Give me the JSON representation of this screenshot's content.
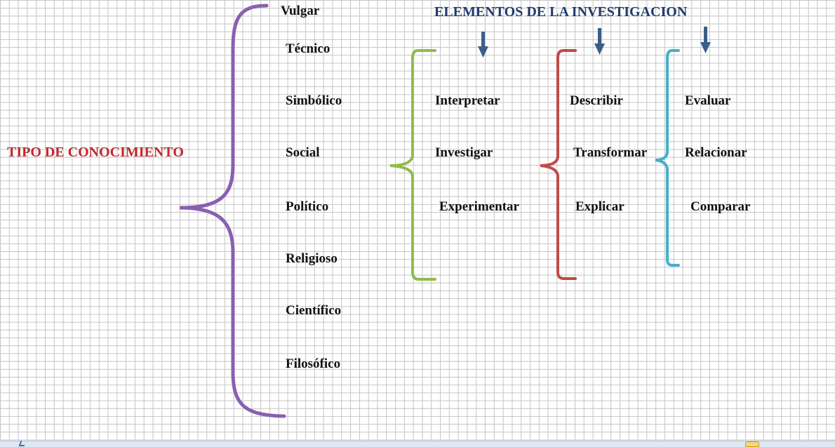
{
  "diagram": {
    "title_left": "TIPO DE CONOCIMIENTO",
    "title_top": "ELEMENTOS DE LA INVESTIGACION",
    "knowledge_types": [
      "Vulgar",
      "Técnico",
      "Simbólico",
      "Social",
      "Político",
      "Religioso",
      "Científico",
      "Filosófico"
    ],
    "group_1": [
      "Interpretar",
      "Investigar",
      "Experimentar"
    ],
    "group_2": [
      "Describir",
      "Transformar",
      "Explicar"
    ],
    "group_3": [
      "Evaluar",
      "Relacionar",
      "Comparar"
    ],
    "colors": {
      "title_left": "#c0282d",
      "title_top": "#1f3a6e",
      "brace_main": "#8a5fb0",
      "brace_1": "#8fbb4a",
      "brace_2": "#c04a48",
      "brace_3": "#47afc9",
      "arrow": "#3c5d87"
    }
  }
}
